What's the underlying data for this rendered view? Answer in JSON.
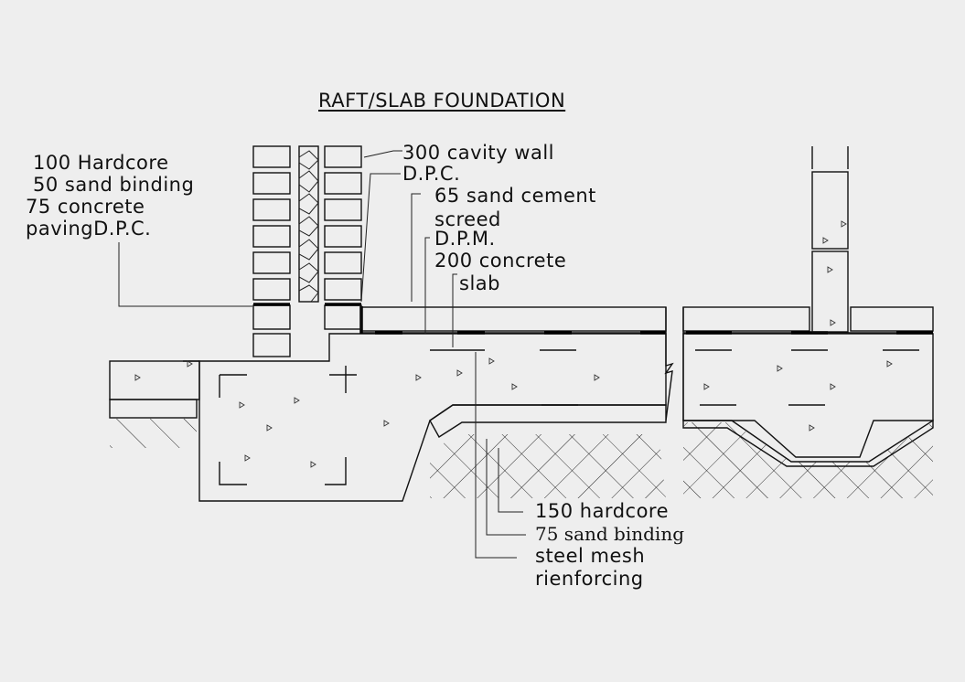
{
  "title": "RAFT/SLAB FOUNDATION",
  "labels": {
    "cavity_wall": "300 cavity wall",
    "dpc": "D.P.C.",
    "sand_cement_screed_1": "65 sand cement",
    "sand_cement_screed_2": "screed",
    "dpm": "D.P.M.",
    "concrete_slab_1": "200 concrete",
    "concrete_slab_2": "slab",
    "left_1": "100 Hardcore",
    "left_2": "50 sand binding",
    "left_3": "75 concrete",
    "left_4": "pavingD.P.C.",
    "hardcore_150": "150 hardcore",
    "sand_binding_75": "75 sand binding",
    "steel_mesh_1": "steel mesh",
    "steel_mesh_2": "rienforcing"
  }
}
